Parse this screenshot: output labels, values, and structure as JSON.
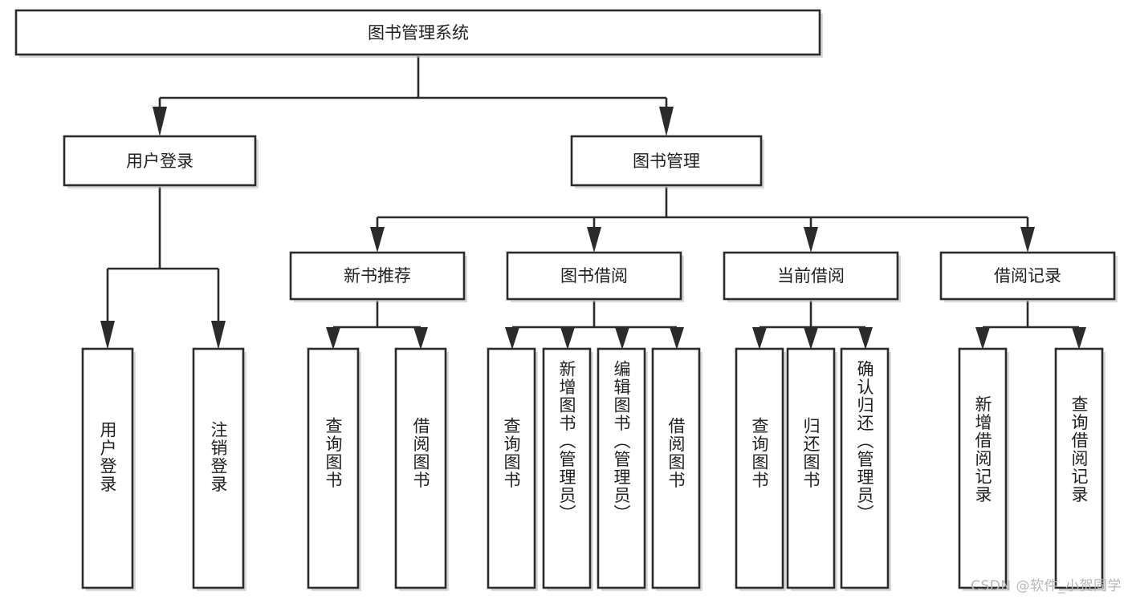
{
  "diagram": {
    "type": "tree-hierarchy",
    "title": "图书管理系统",
    "watermark": "CSDN @软件_小贺同学",
    "root": {
      "id": "root",
      "label": "图书管理系统"
    },
    "level2": [
      {
        "id": "user-login",
        "label": "用户登录"
      },
      {
        "id": "book-manage",
        "label": "图书管理"
      }
    ],
    "level3": [
      {
        "id": "new-book-recommend",
        "label": "新书推荐",
        "parent": "book-manage"
      },
      {
        "id": "book-borrow",
        "label": "图书借阅",
        "parent": "book-manage"
      },
      {
        "id": "current-borrow",
        "label": "当前借阅",
        "parent": "book-manage"
      },
      {
        "id": "borrow-record",
        "label": "借阅记录",
        "parent": "book-manage"
      }
    ],
    "leaves": {
      "user_login": [
        {
          "id": "leaf-user-login",
          "label": "用户登录"
        },
        {
          "id": "leaf-logout-login",
          "label": "注销登录"
        }
      ],
      "new_book_recommend": [
        {
          "id": "leaf-query-book-1",
          "label": "查询图书"
        },
        {
          "id": "leaf-borrow-book-1",
          "label": "借阅图书"
        }
      ],
      "book_borrow": [
        {
          "id": "leaf-query-book-2",
          "label": "查询图书"
        },
        {
          "id": "leaf-add-book",
          "label": "新增图书（管理员）"
        },
        {
          "id": "leaf-edit-book",
          "label": "编辑图书（管理员）"
        },
        {
          "id": "leaf-borrow-book-2",
          "label": "借阅图书"
        }
      ],
      "current_borrow": [
        {
          "id": "leaf-query-book-3",
          "label": "查询图书"
        },
        {
          "id": "leaf-return-book",
          "label": "归还图书"
        },
        {
          "id": "leaf-confirm-return",
          "label": "确认归还（管理员）"
        }
      ],
      "borrow_record": [
        {
          "id": "leaf-add-record",
          "label": "新增借阅记录"
        },
        {
          "id": "leaf-query-record",
          "label": "查询借阅记录"
        }
      ]
    },
    "colors": {
      "stroke": "#2b2b2b",
      "fill": "#ffffff",
      "text": "#1f1f1f",
      "watermark": "#b6b6b6"
    }
  }
}
